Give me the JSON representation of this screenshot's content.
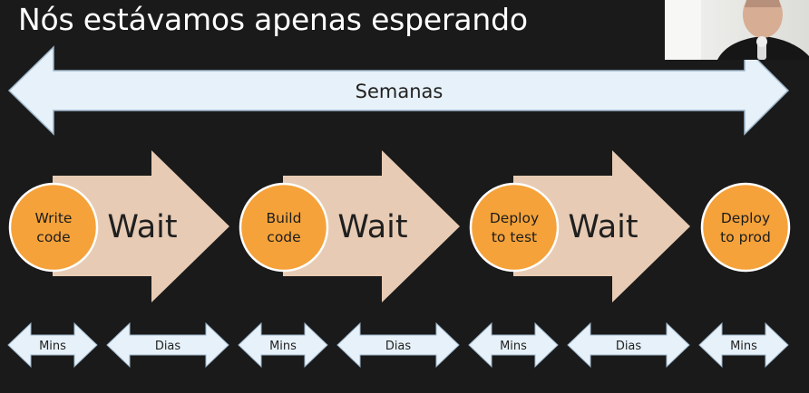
{
  "title": "Nós estávamos apenas esperando",
  "colors": {
    "background": "#1a1a1a",
    "timeline_arrow": "#e7f1f9",
    "timeline_border": "#9db6ca",
    "circle_fill": "#f5a23a",
    "circle_stroke": "#ffffff",
    "wait_arrow": "#e7cbb4",
    "wait_text": "#1f1f1f"
  },
  "timeline": {
    "label": "Semanas"
  },
  "steps": [
    {
      "label": [
        "Write",
        "code"
      ]
    },
    {
      "label": [
        "Build",
        "code"
      ]
    },
    {
      "label": [
        "Deploy",
        "to test"
      ]
    },
    {
      "label": [
        "Deploy",
        "to prod"
      ]
    }
  ],
  "wait_label": "Wait",
  "durations": [
    "Mins",
    "Dias",
    "Mins",
    "Dias",
    "Mins",
    "Dias",
    "Mins"
  ],
  "webcam": {
    "description_icon": "presenter-video-icon"
  }
}
